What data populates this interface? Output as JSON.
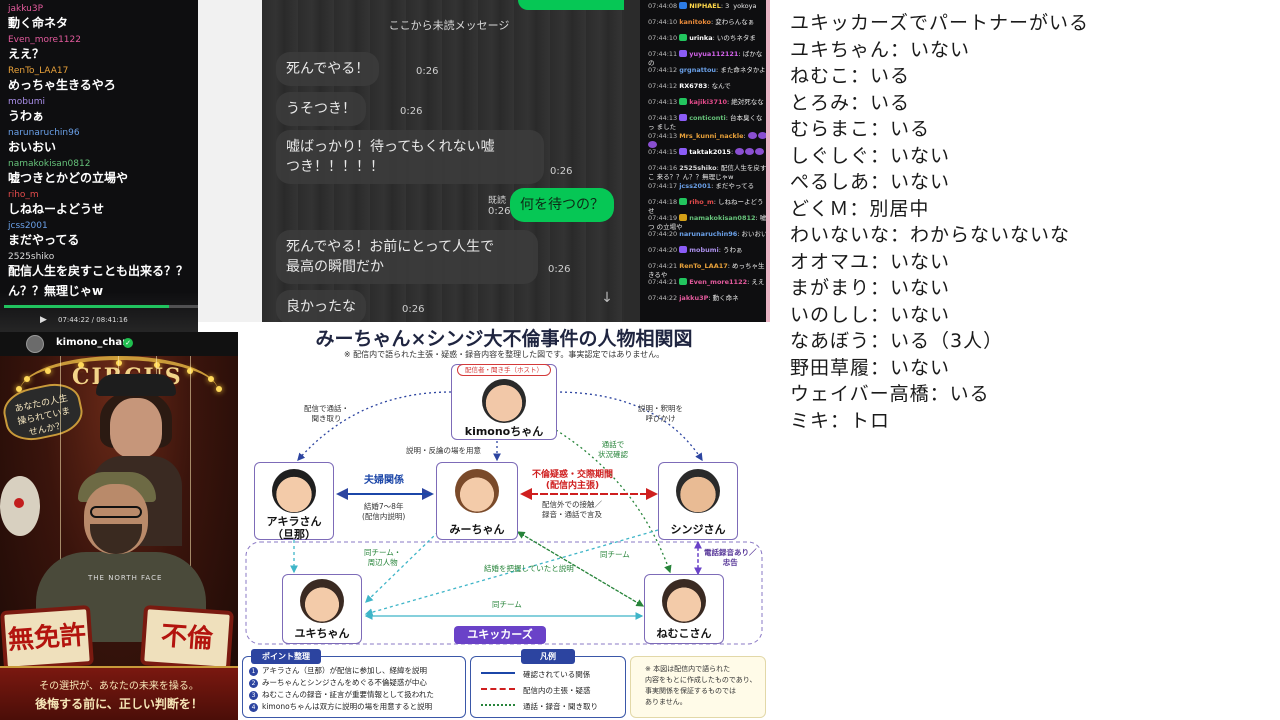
{
  "left_chat": {
    "messages": [
      {
        "user": "jakku3P",
        "user_color": "#e25a9c",
        "text": "動く命ネタ"
      },
      {
        "user": "Even_more1122",
        "user_color": "#e25a9c",
        "text": "ええ？"
      },
      {
        "user": "RenTo_LAA17",
        "user_color": "#e8a13a",
        "text": "めっちゃ生きるやろ"
      },
      {
        "user": "mobumi",
        "user_color": "#a98ee8",
        "text": "うわぁ"
      },
      {
        "user": "narunaruchin96",
        "user_color": "#6aa0e8",
        "text": "おいおい"
      },
      {
        "user": "namakokisan0812",
        "user_color": "#66c27a",
        "text": "嘘つきとかどの立場や"
      },
      {
        "user": "riho_m",
        "user_color": "#e24b4b",
        "text": "しねねーよどうせ"
      },
      {
        "user": "jcss2001",
        "user_color": "#6aa0e8",
        "text": "まだやってる"
      },
      {
        "user": "2525shiko",
        "user_color": "#dcdcdc",
        "text": "配信人生を戻すことも出来る？？"
      },
      {
        "user": "",
        "user_color": "#dcdcdc",
        "text": "ん？？無理じゃw"
      }
    ],
    "video": {
      "play_icon": "play-icon",
      "time": "07:44:22 / 08:41:16",
      "progress": 0.85
    }
  },
  "line_chat": {
    "unread_label": "ここから未読メッセージ",
    "bubbles": [
      {
        "text": "死んでやる！",
        "time": "0:26"
      },
      {
        "text": "うそつき！",
        "time": "0:26"
      },
      {
        "text": "嘘ばっかり！待ってもくれない嘘\nつき！！！！！",
        "time": "0:26"
      },
      {
        "text": "何を待つの？",
        "time": "0:26",
        "read": "既読",
        "mine": true
      },
      {
        "text": "死んでやる！お前にとって人生で\n最高の瞬間だか",
        "time": "0:26"
      },
      {
        "text": "良かったな",
        "time": "0:26"
      }
    ],
    "scroll_icon": "arrow-down-icon"
  },
  "right_chat": {
    "messages": [
      {
        "time": "07:44:08",
        "badge": "#2c7be5",
        "user": "NIPHAEL",
        "user_color": "#ffd84a",
        "text": "3",
        "extra": "yokoya"
      },
      {
        "time": "07:44:10",
        "badge": "",
        "user": "kanitoko",
        "user_color": "#e88a3a",
        "text": "変わらんなぁ"
      },
      {
        "time": "07:44:10",
        "badge": "#22c55e",
        "user": "urinka",
        "user_color": "#ffffff",
        "text": "いのちネタま"
      },
      {
        "time": "07:44:11",
        "badge": "#8b5cf6",
        "user": "yuyua112121",
        "user_color": "#d162e8",
        "text": "ばかなの"
      },
      {
        "time": "07:44:12",
        "badge": "",
        "user": "grgnattou",
        "user_color": "#6aa0e8",
        "text": "また命ネタかよ"
      },
      {
        "time": "07:44:12",
        "badge": "",
        "user": "RX6783",
        "user_color": "#ffffff",
        "text": "なんで"
      },
      {
        "time": "07:44:13",
        "badge": "#22c55e",
        "user": "kajiki3710",
        "user_color": "#e24b8a",
        "text": "絶対死なな"
      },
      {
        "time": "07:44:13",
        "badge": "#8b5cf6",
        "user": "conticonti",
        "user_color": "#66c27a",
        "text": "台本臭くなっ ました"
      },
      {
        "time": "07:44:13",
        "badge": "",
        "user": "Mrs_kunni_nackle",
        "user_color": "#e8a13a",
        "text": ""
      },
      {
        "time": "07:44:15",
        "badge": "#8b5cf6",
        "user": "taktak2015",
        "user_color": "#ffffff",
        "text": ""
      },
      {
        "time": "07:44:16",
        "badge": "",
        "user": "2525shiko",
        "user_color": "#dcdcdc",
        "text": "配信人生を戻すこ 来る？？ん？？無理じゃw"
      },
      {
        "time": "07:44:17",
        "badge": "",
        "user": "jcss2001",
        "user_color": "#6aa0e8",
        "text": "まだやってる"
      },
      {
        "time": "07:44:18",
        "badge": "#22c55e",
        "user": "riho_m",
        "user_color": "#e24b4b",
        "text": "しねねーよどうせ"
      },
      {
        "time": "07:44:19",
        "badge": "#d4a017",
        "user": "namakokisan0812",
        "user_color": "#66c27a",
        "text": "嘘つ の立場や"
      },
      {
        "time": "07:44:20",
        "badge": "",
        "user": "narunaruchin96",
        "user_color": "#6aa0e8",
        "text": "おいおい"
      },
      {
        "time": "07:44:20",
        "badge": "#8b5cf6",
        "user": "mobumi",
        "user_color": "#a98ee8",
        "text": "うわぁ"
      },
      {
        "time": "07:44:21",
        "badge": "",
        "user": "RenTo_LAA17",
        "user_color": "#e8a13a",
        "text": "めっちゃ生きるや"
      },
      {
        "time": "07:44:21",
        "badge": "#22c55e",
        "user": "Even_more1122",
        "user_color": "#e25a9c",
        "text": "ええ"
      },
      {
        "time": "07:44:22",
        "badge": "",
        "user": "jakku3P",
        "user_color": "#e25a9c",
        "text": "動く命ネ"
      }
    ]
  },
  "streamer": {
    "name": "kimono_chan",
    "verified_icon": "verified-check-icon"
  },
  "poster": {
    "title": "CIRCUS",
    "tag": "あなたの人生\n操られていませんか？",
    "sign_left": "無免許",
    "sign_right": "不倫",
    "tagline_1": "その選択が、あなたの未来を操る。",
    "tagline_2": "後悔する前に、正しい判断を！",
    "shirt_text": "THE NORTH FACE"
  },
  "diagram": {
    "title": "みーちゃん×シンジ大不倫事件の人物相関図",
    "subtitle": "※ 配信内で語られた主張・疑惑・録音内容を整理した図です。事実認定ではありません。",
    "host_tag": "配信者・聞き手（ホスト）",
    "nodes": {
      "host": "kimonoちゃん",
      "akira": "アキラさん\n（旦那）",
      "mi": "みーちゃん",
      "shinji": "シンジさん",
      "yuki": "ユキちゃん",
      "nemuko": "ねむこさん"
    },
    "labels": {
      "host_akira": "配信で通話・\n聞き取り",
      "host_shinji": "説明・釈明を\n呼びかけ",
      "host_mi": "説明・反論の場を用意",
      "host_nemuko": "通話で\n状況確認",
      "marriage": "夫婦関係",
      "marriage_note": "結婚7〜8年\n(配信内説明)",
      "affair": "不倫疑惑・交際期間\n(配信内主張)",
      "affair_note": "配信外での接触／\n録音・通話で言及",
      "same_team_1": "同チーム・\n周辺人物",
      "same_team_2": "同チーム",
      "same_team_3": "同チーム",
      "marriage_known": "結婚を把握していたと説明",
      "recording": "電話録音あり／\n忠告",
      "group": "ユキッカーズ"
    },
    "points": {
      "title": "ポイント整理",
      "items": [
        "アキラさん（旦那）が配信に参加し、経緯を説明",
        "みーちゃんとシンジさんをめぐる不倫疑惑が中心",
        "ねむこさんの録音・証言が重要情報として扱われた",
        "kimonoちゃんは双方に説明の場を用意すると説明"
      ]
    },
    "legend": {
      "title": "凡例",
      "items": [
        {
          "label": "確認されている関係",
          "color": "#1b46a8",
          "style": "solid"
        },
        {
          "label": "配信内の主張・疑惑",
          "color": "#cf1f1f",
          "style": "dashed"
        },
        {
          "label": "通話・録音・聞き取り",
          "color": "#27843a",
          "style": "dotted"
        }
      ]
    },
    "note": "※ 本図は配信内で語られた\n内容をもとに作成したものであり、\n事実関係を保証するものでは\nありません。"
  },
  "partner_list": {
    "rows": [
      "ユキッカーズでパートナーがいる",
      "ユキちゃん：いない",
      "ねむこ：いる",
      "とろみ：いる",
      "むらまこ：いる",
      "しぐしぐ：いない",
      "ぺるしあ：いない",
      "どくＭ：別居中",
      "わいないな：わからないないな",
      "オオマユ：いない",
      "まがまり：いない",
      "いのしし：いない",
      "なあぼう：いる（3人）",
      "野田草履：いない",
      "ウェイバー高橋：いる",
      "ミキ：トロ"
    ]
  }
}
